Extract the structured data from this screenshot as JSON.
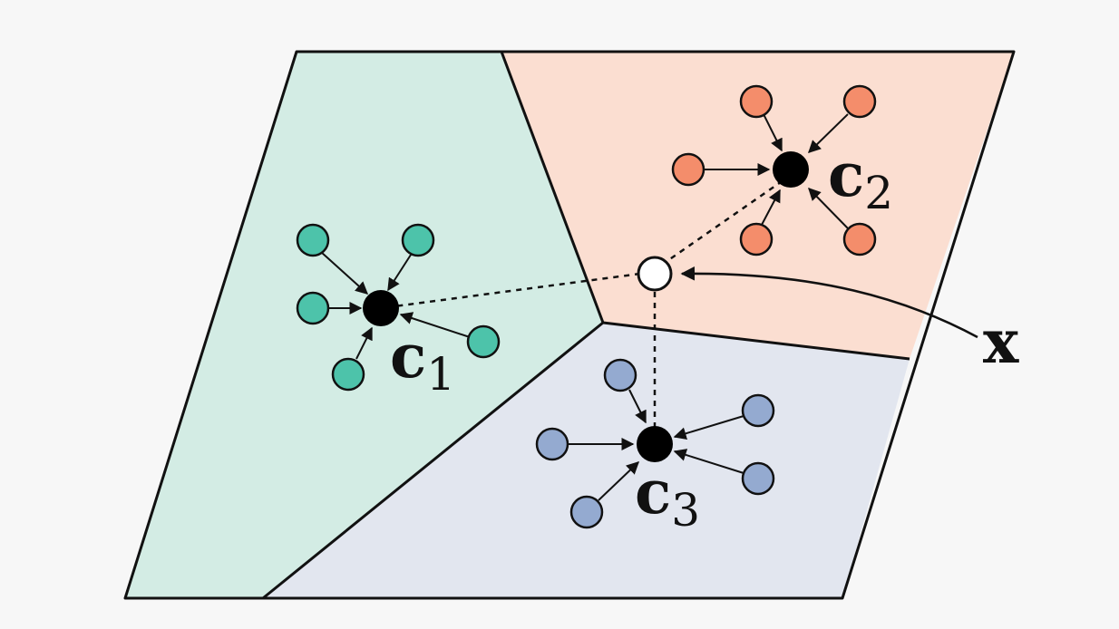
{
  "colors": {
    "background": "#f7f7f7",
    "cluster1_region": "#d3ece4",
    "cluster1_node": "#4dc3aa",
    "cluster2_region": "#fbded1",
    "cluster2_node": "#f48d6b",
    "cluster3_region": "#e2e6ef",
    "cluster3_node": "#94aad0",
    "centroid": "#000000",
    "query_point": "#ffffff",
    "outline": "#111111"
  },
  "clusters": [
    {
      "id": "c1",
      "letter": "c",
      "subscript": "1",
      "color_key": "cluster1_node"
    },
    {
      "id": "c2",
      "letter": "c",
      "subscript": "2",
      "color_key": "cluster2_node"
    },
    {
      "id": "c3",
      "letter": "c",
      "subscript": "3",
      "color_key": "cluster3_node"
    }
  ],
  "query": {
    "label": "x"
  }
}
